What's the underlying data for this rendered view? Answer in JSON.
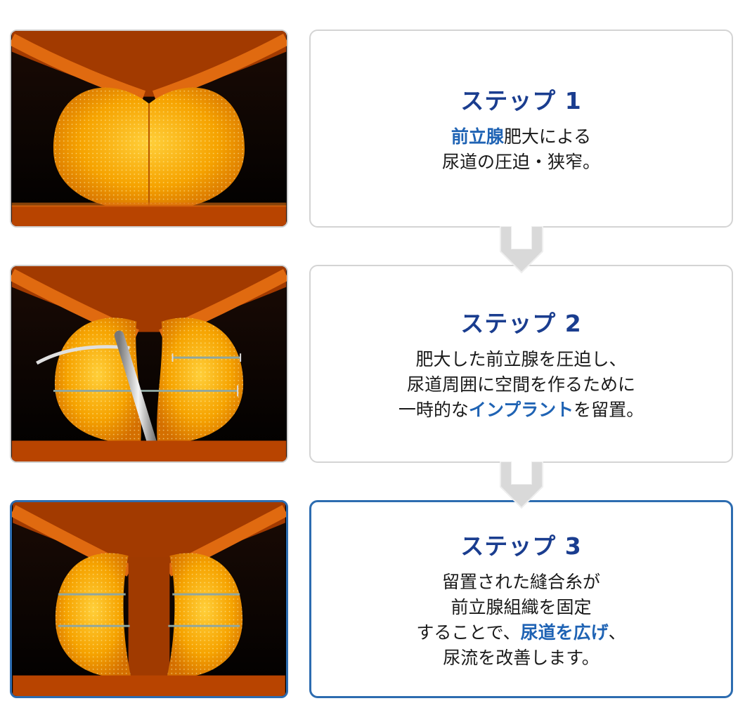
{
  "steps": [
    {
      "title": "ステップ 1",
      "lines": [
        [
          {
            "t": "前立腺",
            "hl": true
          },
          {
            "t": "肥大による",
            "hl": false
          }
        ],
        [
          {
            "t": "尿道の圧迫・狭窄。",
            "hl": false
          }
        ]
      ]
    },
    {
      "title": "ステップ 2",
      "lines": [
        [
          {
            "t": "肥大した前立腺を圧迫し、",
            "hl": false
          }
        ],
        [
          {
            "t": "尿道周囲に空間を作るために",
            "hl": false
          }
        ],
        [
          {
            "t": "一時的な",
            "hl": false
          },
          {
            "t": "インプラント",
            "hl": true
          },
          {
            "t": "を留置。",
            "hl": false
          }
        ]
      ]
    },
    {
      "title": "ステップ 3",
      "lines": [
        [
          {
            "t": "留置された縫合糸が",
            "hl": false
          }
        ],
        [
          {
            "t": "前立腺組織を固定",
            "hl": false
          }
        ],
        [
          {
            "t": "することで、",
            "hl": false
          },
          {
            "t": "尿道を広げ",
            "hl": true
          },
          {
            "t": "、",
            "hl": false
          }
        ],
        [
          {
            "t": "尿流を改善します。",
            "hl": false
          }
        ]
      ]
    }
  ],
  "colors": {
    "accent": "#2d6cb0",
    "title": "#1a3d8f",
    "highlight": "#1f63b4",
    "tissue": "#f5a000",
    "background_tissue": "#c24a00"
  }
}
